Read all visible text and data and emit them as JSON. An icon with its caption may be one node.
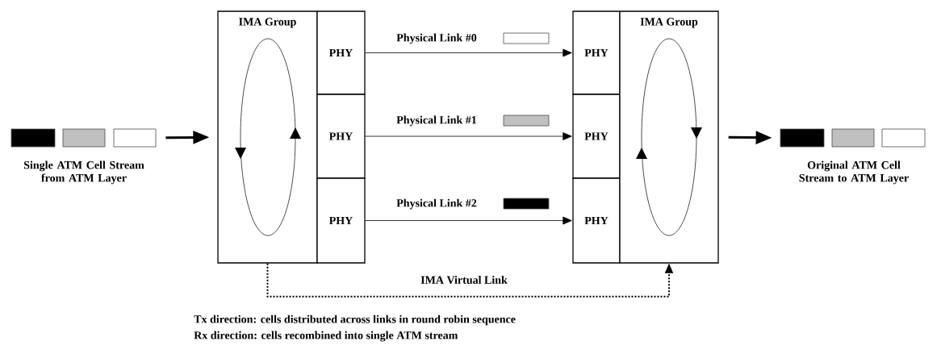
{
  "diagram": {
    "nodes": [
      {
        "text": [],
        "shape": "box"
      },
      {
        "text": [],
        "shape": "box"
      },
      {
        "text": [],
        "shape": "box"
      },
      {
        "text": [
          "IMA Group"
        ]
      },
      {
        "text": [
          "PHY"
        ]
      },
      {
        "text": [
          "PHY"
        ]
      },
      {
        "text": [
          "PHY"
        ]
      },
      {
        "text": [
          "PHY"
        ]
      },
      {
        "text": [
          "PHY"
        ]
      },
      {
        "text": [
          "PHY"
        ]
      },
      {
        "text": [
          "IMA Group"
        ]
      },
      {
        "text": [],
        "shape": "box"
      },
      {
        "text": [],
        "shape": "box"
      },
      {
        "text": [],
        "shape": "box"
      }
    ],
    "edges": [
      {
        "from": 2,
        "to": 3,
        "arrow": "to",
        "style": "thick"
      },
      {
        "from": 4,
        "to": 7,
        "arrow": "to",
        "label": "Physical Link #0"
      },
      {
        "from": 5,
        "to": 8,
        "arrow": "to",
        "label": "Physical Link #1"
      },
      {
        "from": 6,
        "to": 9,
        "arrow": "to",
        "label": "Physical Link #2"
      },
      {
        "from": 10,
        "to": 11,
        "arrow": "to",
        "style": "thick"
      },
      {
        "from": 3,
        "to": 10,
        "arrow": "to",
        "style": "dashed",
        "label": "IMA Virtual Link"
      }
    ],
    "labels": [
      "Single ATM Cell Stream from ATM Layer",
      "Original ATM Cell Stream to ATM Layer",
      "Tx direction: cells distributed across links in round robin sequence",
      "Rx direction: cells recombined into single ATM stream"
    ]
  }
}
